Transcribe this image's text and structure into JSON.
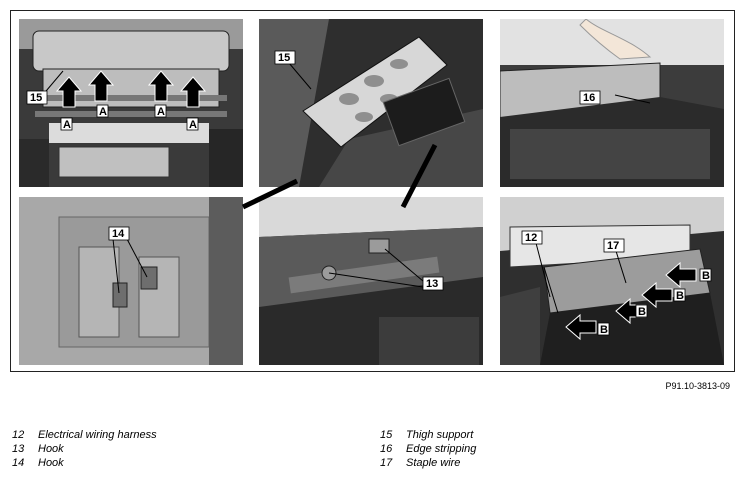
{
  "figure": {
    "reference": "P91.10-3813-09",
    "callouts": {
      "p1_15": "15",
      "p2_15": "15",
      "p3_16": "16",
      "p4_14": "14",
      "p5_13": "13",
      "p6_12": "12",
      "p6_17": "17",
      "a": "A",
      "b": "B"
    }
  },
  "legend": {
    "left": [
      {
        "num": "12",
        "text": "Electrical wiring harness"
      },
      {
        "num": "13",
        "text": "Hook"
      },
      {
        "num": "14",
        "text": "Hook"
      }
    ],
    "right": [
      {
        "num": "15",
        "text": "Thigh support"
      },
      {
        "num": "16",
        "text": "Edge stripping"
      },
      {
        "num": "17",
        "text": "Staple wire"
      }
    ]
  }
}
